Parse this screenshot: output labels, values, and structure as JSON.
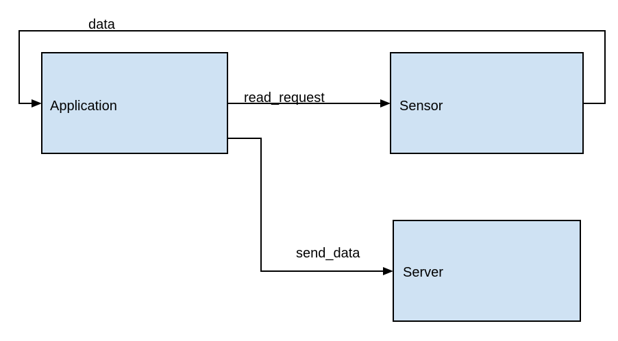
{
  "nodes": {
    "application": {
      "label": "Application"
    },
    "sensor": {
      "label": "Sensor"
    },
    "server": {
      "label": "Server"
    }
  },
  "edges": {
    "read_request": {
      "label": "read_request"
    },
    "data": {
      "label": "data"
    },
    "send_data": {
      "label": "send_data"
    }
  },
  "colors": {
    "node_fill": "#cfe2f3",
    "stroke": "#000000"
  }
}
